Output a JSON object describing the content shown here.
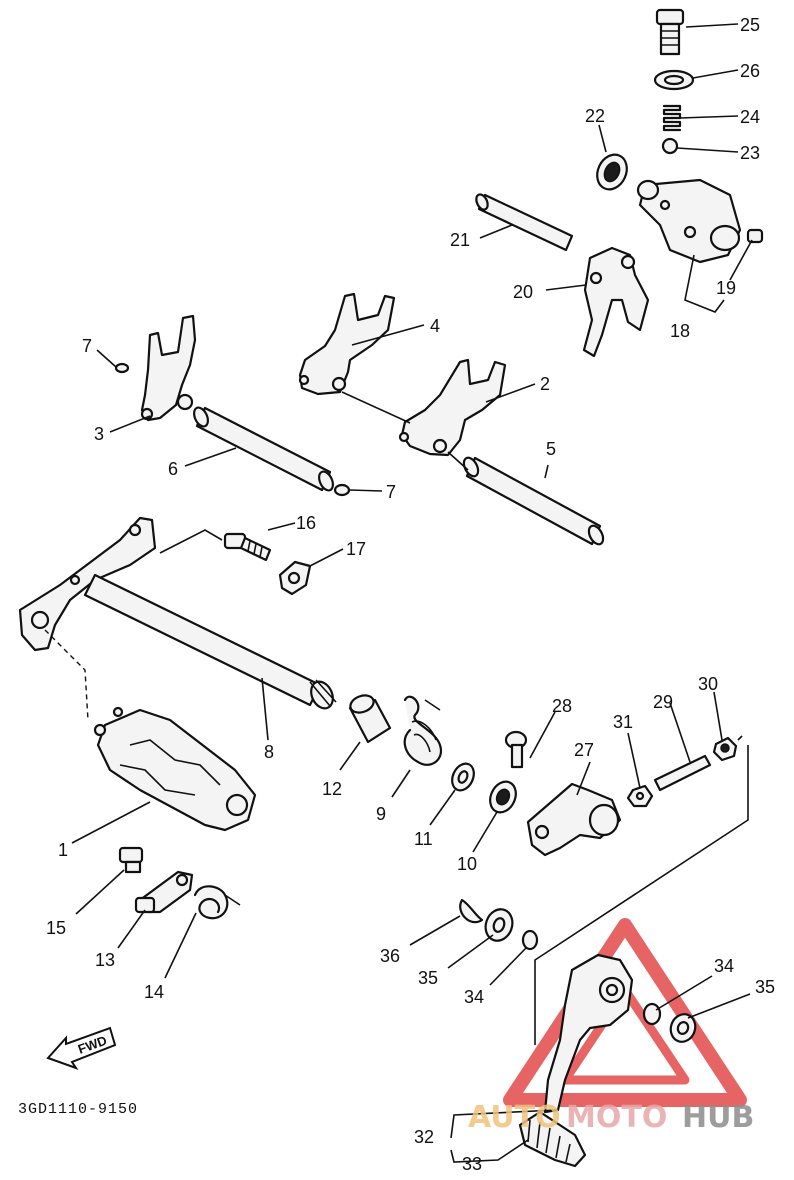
{
  "diagram_code": "3GD1110-9150",
  "fwd_label": "FWD",
  "watermark": {
    "part1": "AUTO",
    "part2": "MOTO",
    "part3": "HUB",
    "colors": {
      "auto": "#f2c27c",
      "moto": "#e8a7a7",
      "hub": "#8c8c8c",
      "triangle": "#e34a4a"
    }
  },
  "callouts": {
    "n1": "1",
    "n2": "2",
    "n3": "3",
    "n4": "4",
    "n5": "5",
    "n6": "6",
    "n7a": "7",
    "n7b": "7",
    "n8": "8",
    "n9": "9",
    "n10": "10",
    "n11": "11",
    "n12": "12",
    "n13": "13",
    "n14": "14",
    "n15": "15",
    "n16": "16",
    "n17": "17",
    "n18": "18",
    "n19": "19",
    "n20": "20",
    "n21": "21",
    "n22": "22",
    "n23": "23",
    "n24": "24",
    "n25": "25",
    "n26": "26",
    "n27": "27",
    "n28": "28",
    "n29": "29",
    "n30": "30",
    "n31": "31",
    "n32": "32",
    "n33": "33",
    "n34a": "34",
    "n34b": "34",
    "n35a": "35",
    "n35b": "35",
    "n36": "36"
  }
}
